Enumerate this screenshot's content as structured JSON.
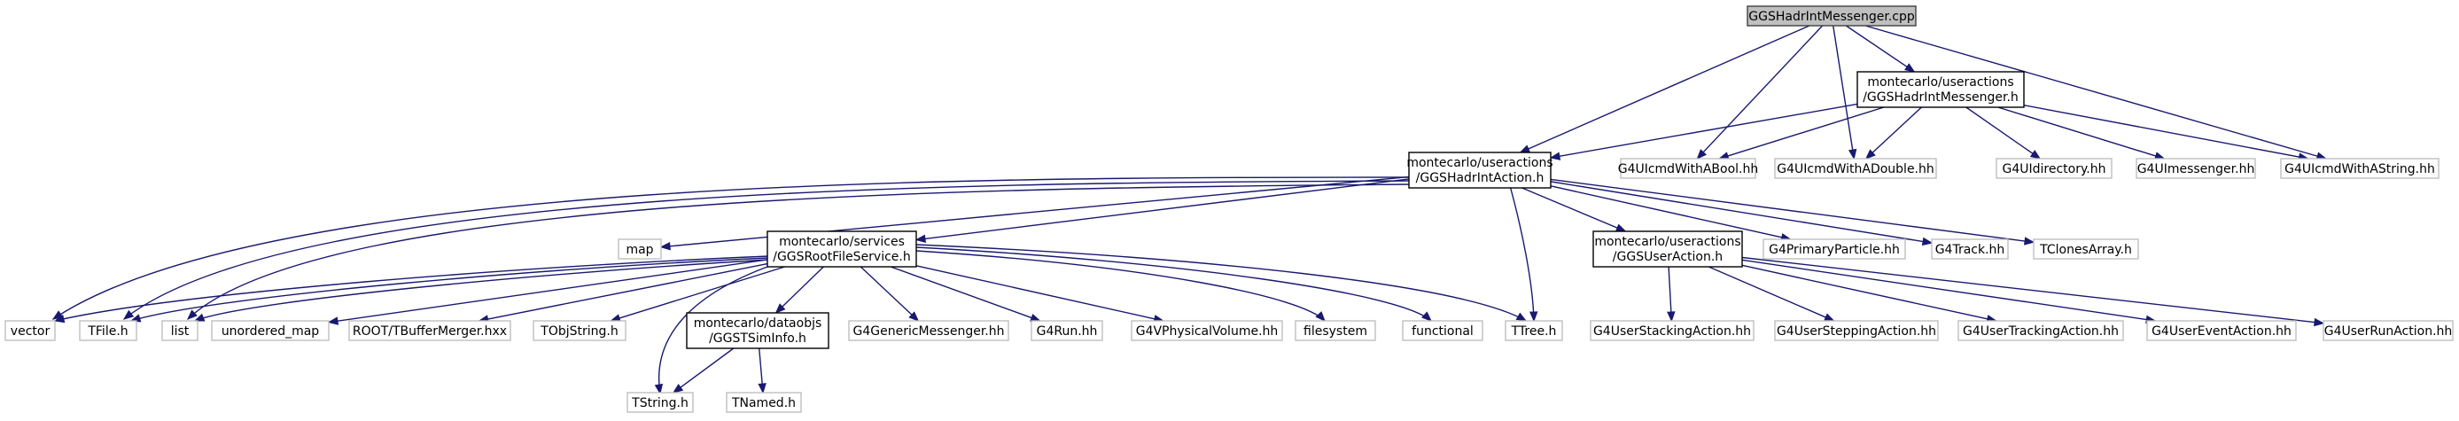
{
  "title": "",
  "nodes": [
    {
      "id": "root",
      "label": "GGSHadrIntMessenger.cpp",
      "kind": "root"
    },
    {
      "id": "umess",
      "label": "montecarlo/useractions/GGSHadrIntMessenger.h",
      "kind": "doc"
    },
    {
      "id": "uact",
      "label": "montecarlo/useractions/GGSHadrIntAction.h",
      "kind": "doc"
    },
    {
      "id": "bool",
      "label": "G4UIcmdWithABool.hh",
      "kind": "ext"
    },
    {
      "id": "dbl",
      "label": "G4UIcmdWithADouble.hh",
      "kind": "ext"
    },
    {
      "id": "dir",
      "label": "G4UIdirectory.hh",
      "kind": "ext"
    },
    {
      "id": "msg",
      "label": "G4UImessenger.hh",
      "kind": "ext"
    },
    {
      "id": "str",
      "label": "G4UIcmdWithAString.hh",
      "kind": "ext"
    },
    {
      "id": "map",
      "label": "map",
      "kind": "ext"
    },
    {
      "id": "rfs",
      "label": "montecarlo/services/GGSRootFileService.h",
      "kind": "doc"
    },
    {
      "id": "ua",
      "label": "montecarlo/useractions/GGSUserAction.h",
      "kind": "doc"
    },
    {
      "id": "pp",
      "label": "G4PrimaryParticle.hh",
      "kind": "ext"
    },
    {
      "id": "trk",
      "label": "G4Track.hh",
      "kind": "ext"
    },
    {
      "id": "tca",
      "label": "TClonesArray.h",
      "kind": "ext"
    },
    {
      "id": "vec",
      "label": "vector",
      "kind": "ext"
    },
    {
      "id": "tfile",
      "label": "TFile.h",
      "kind": "ext"
    },
    {
      "id": "list",
      "label": "list",
      "kind": "ext"
    },
    {
      "id": "umap",
      "label": "unordered_map",
      "kind": "ext"
    },
    {
      "id": "tbm",
      "label": "ROOT/TBufferMerger.hxx",
      "kind": "ext"
    },
    {
      "id": "tobj",
      "label": "TObjString.h",
      "kind": "ext"
    },
    {
      "id": "sim",
      "label": "montecarlo/dataobjs/GGSTSimInfo.h",
      "kind": "doc"
    },
    {
      "id": "gm",
      "label": "G4GenericMessenger.hh",
      "kind": "ext"
    },
    {
      "id": "run",
      "label": "G4Run.hh",
      "kind": "ext"
    },
    {
      "id": "pv",
      "label": "G4VPhysicalVolume.hh",
      "kind": "ext"
    },
    {
      "id": "fs",
      "label": "filesystem",
      "kind": "ext"
    },
    {
      "id": "func",
      "label": "functional",
      "kind": "ext"
    },
    {
      "id": "ttree",
      "label": "TTree.h",
      "kind": "ext"
    },
    {
      "id": "stk",
      "label": "G4UserStackingAction.hh",
      "kind": "ext"
    },
    {
      "id": "stp",
      "label": "G4UserSteppingAction.hh",
      "kind": "ext"
    },
    {
      "id": "trka",
      "label": "G4UserTrackingAction.hh",
      "kind": "ext"
    },
    {
      "id": "evt",
      "label": "G4UserEventAction.hh",
      "kind": "ext"
    },
    {
      "id": "runa",
      "label": "G4UserRunAction.hh",
      "kind": "ext"
    },
    {
      "id": "tstr",
      "label": "TString.h",
      "kind": "ext"
    },
    {
      "id": "tnamed",
      "label": "TNamed.h",
      "kind": "ext"
    }
  ],
  "edges": [
    [
      "root",
      "umess"
    ],
    [
      "root",
      "uact"
    ],
    [
      "root",
      "bool"
    ],
    [
      "root",
      "dbl"
    ],
    [
      "root",
      "str"
    ],
    [
      "umess",
      "uact"
    ],
    [
      "umess",
      "bool"
    ],
    [
      "umess",
      "dbl"
    ],
    [
      "umess",
      "dir"
    ],
    [
      "umess",
      "msg"
    ],
    [
      "umess",
      "str"
    ],
    [
      "uact",
      "map"
    ],
    [
      "uact",
      "rfs"
    ],
    [
      "uact",
      "ua"
    ],
    [
      "uact",
      "pp"
    ],
    [
      "uact",
      "trk"
    ],
    [
      "uact",
      "tca"
    ],
    [
      "uact",
      "vec"
    ],
    [
      "uact",
      "tfile"
    ],
    [
      "uact",
      "list"
    ],
    [
      "uact",
      "ttree"
    ],
    [
      "rfs",
      "vec"
    ],
    [
      "rfs",
      "tfile"
    ],
    [
      "rfs",
      "list"
    ],
    [
      "rfs",
      "umap"
    ],
    [
      "rfs",
      "tbm"
    ],
    [
      "rfs",
      "tobj"
    ],
    [
      "rfs",
      "sim"
    ],
    [
      "rfs",
      "gm"
    ],
    [
      "rfs",
      "run"
    ],
    [
      "rfs",
      "pv"
    ],
    [
      "rfs",
      "fs"
    ],
    [
      "rfs",
      "func"
    ],
    [
      "rfs",
      "ttree"
    ],
    [
      "rfs",
      "tstr"
    ],
    [
      "ua",
      "stk"
    ],
    [
      "ua",
      "stp"
    ],
    [
      "ua",
      "trka"
    ],
    [
      "ua",
      "evt"
    ],
    [
      "ua",
      "runa"
    ],
    [
      "sim",
      "tstr"
    ],
    [
      "sim",
      "tnamed"
    ]
  ]
}
